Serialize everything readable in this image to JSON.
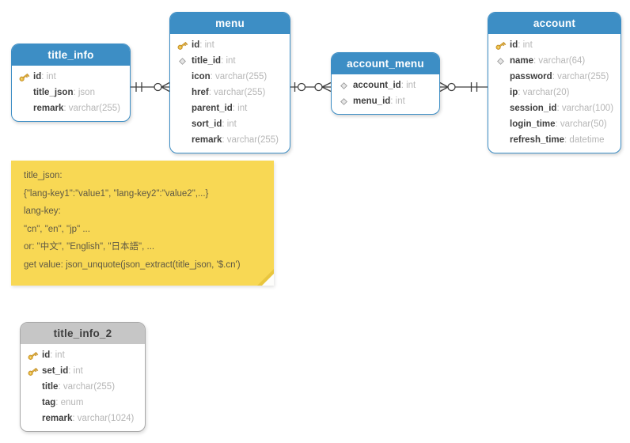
{
  "diagram": {
    "entities": [
      {
        "name": "title_info",
        "style": "blue",
        "columns": [
          {
            "icon": "key",
            "name": "id",
            "type": "int"
          },
          {
            "icon": "none",
            "name": "title_json",
            "type": "json"
          },
          {
            "icon": "none",
            "name": "remark",
            "type": "varchar(255)"
          }
        ]
      },
      {
        "name": "menu",
        "style": "blue",
        "columns": [
          {
            "icon": "key",
            "name": "id",
            "type": "int"
          },
          {
            "icon": "diamond",
            "name": "title_id",
            "type": "int"
          },
          {
            "icon": "none",
            "name": "icon",
            "type": "varchar(255)"
          },
          {
            "icon": "none",
            "name": "href",
            "type": "varchar(255)"
          },
          {
            "icon": "none",
            "name": "parent_id",
            "type": "int"
          },
          {
            "icon": "none",
            "name": "sort_id",
            "type": "int"
          },
          {
            "icon": "none",
            "name": "remark",
            "type": "varchar(255)"
          }
        ]
      },
      {
        "name": "account_menu",
        "style": "blue",
        "columns": [
          {
            "icon": "diamond",
            "name": "account_id",
            "type": "int"
          },
          {
            "icon": "diamond",
            "name": "menu_id",
            "type": "int"
          }
        ]
      },
      {
        "name": "account",
        "style": "blue",
        "columns": [
          {
            "icon": "key",
            "name": "id",
            "type": "int"
          },
          {
            "icon": "diamond",
            "name": "name",
            "type": "varchar(64)"
          },
          {
            "icon": "none",
            "name": "password",
            "type": "varchar(255)"
          },
          {
            "icon": "none",
            "name": "ip",
            "type": "varchar(20)"
          },
          {
            "icon": "none",
            "name": "session_id",
            "type": "varchar(100)"
          },
          {
            "icon": "none",
            "name": "login_time",
            "type": "varchar(50)"
          },
          {
            "icon": "none",
            "name": "refresh_time",
            "type": "datetime"
          }
        ]
      },
      {
        "name": "title_info_2",
        "style": "gray",
        "columns": [
          {
            "icon": "key",
            "name": "id",
            "type": "int"
          },
          {
            "icon": "key",
            "name": "set_id",
            "type": "int"
          },
          {
            "icon": "none",
            "name": "title",
            "type": "varchar(255)"
          },
          {
            "icon": "none",
            "name": "tag",
            "type": "enum"
          },
          {
            "icon": "none",
            "name": "remark",
            "type": "varchar(1024)"
          }
        ]
      }
    ],
    "note": {
      "lines": [
        "title_json:",
        "{\"lang-key1\":\"value1\", \"lang-key2\":\"value2\",...}",
        "lang-key:",
        "\"cn\", \"en\", \"jp\" ...",
        "or: \"中文\", \"English\", \"日本語\", ...",
        "get value: json_unquote(json_extract(title_json, '$.cn')"
      ]
    },
    "relationships": [
      {
        "from": "title_info",
        "to": "menu",
        "from_cardinality": "one-and-only-one",
        "to_cardinality": "zero-or-many"
      },
      {
        "from": "menu",
        "to": "account_menu",
        "from_cardinality": "zero-or-one",
        "to_cardinality": "zero-or-many"
      },
      {
        "from": "account_menu",
        "to": "account",
        "from_cardinality": "zero-or-many",
        "to_cardinality": "one-and-only-one"
      }
    ],
    "colors": {
      "header_blue": "#3d8ec5",
      "header_gray": "#c6c6c6",
      "note_yellow": "#f8d854",
      "key_gold": "#f4c73e",
      "connector": "#3f3f3f"
    }
  }
}
